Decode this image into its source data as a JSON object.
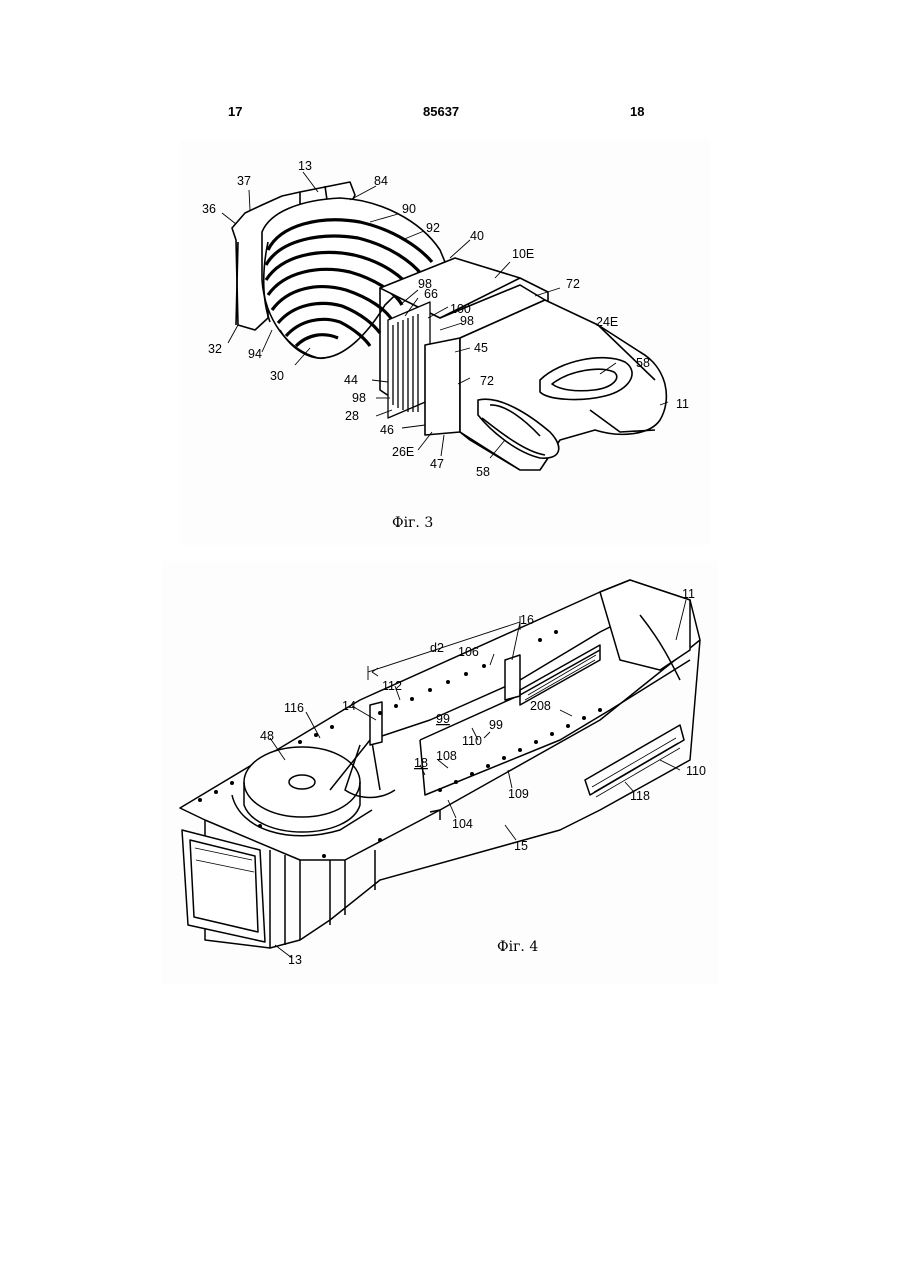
{
  "header": {
    "left_page": "17",
    "doc_number": "85637",
    "right_page": "18"
  },
  "figure3": {
    "caption": "Фіг. 3",
    "labels": [
      "13",
      "84",
      "37",
      "36",
      "90",
      "92",
      "40",
      "10E",
      "72",
      "24E",
      "98",
      "66",
      "100",
      "98",
      "45",
      "58",
      "72",
      "11",
      "32",
      "94",
      "30",
      "44",
      "98",
      "28",
      "46",
      "26E",
      "47",
      "58"
    ]
  },
  "figure4": {
    "caption": "Фіг. 4",
    "labels": [
      "11",
      "16",
      "d2",
      "106",
      "112",
      "14",
      "116",
      "99",
      "99",
      "208",
      "110",
      "48",
      "108",
      "18",
      "109",
      "110",
      "118",
      "104",
      "15",
      "13"
    ]
  }
}
